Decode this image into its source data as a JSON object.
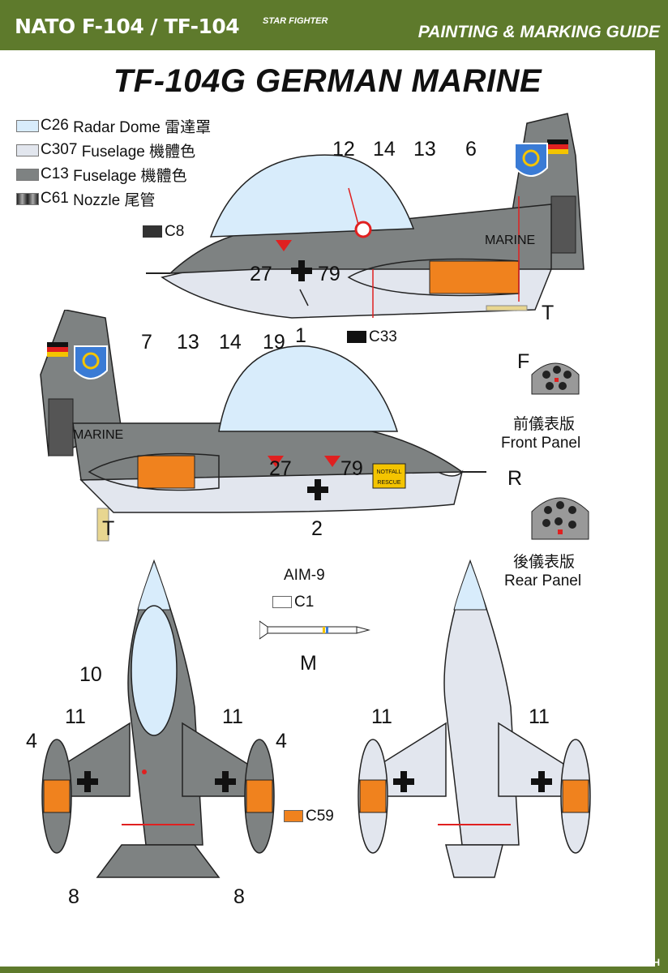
{
  "header": {
    "left_title": "NATO F-104 / TF-104",
    "sub": "STAR FIGHTER",
    "right_title": "PAINTING & MARKING GUIDE"
  },
  "title": "TF-104G GERMAN MARINE",
  "legend": [
    {
      "code": "C26",
      "text": "Radar Dome 雷達罩",
      "color": "#d8ecfb"
    },
    {
      "code": "C307",
      "text": "Fuselage 機體色",
      "color": "#e2e6ee"
    },
    {
      "code": "C13",
      "text": "Fuselage 機體色",
      "color": "#7e8282"
    },
    {
      "code": "C61",
      "text": "Nozzle 尾管",
      "color": "#555555"
    }
  ],
  "callouts": {
    "c8": "C8",
    "c33": "C33",
    "c59": "C59",
    "c1": "C1",
    "aim9": "AIM-9",
    "m": "M",
    "t": "T",
    "n1": "1",
    "n2": "2",
    "n4": "4",
    "n6": "6",
    "n7": "7",
    "n8": "8",
    "n10": "10",
    "n11": "11",
    "n12": "12",
    "n13": "13",
    "n14": "14",
    "n19": "19"
  },
  "aircraft": {
    "marine": "MARINE",
    "code_left": "27",
    "code_right": "79",
    "notfall": "NOTFALL",
    "rescue": "RESCUE"
  },
  "panels": {
    "front_letter": "F",
    "front_cn": "前儀表版",
    "front_en": "Front Panel",
    "rear_letter": "R",
    "rear_cn": "後儀表版",
    "rear_en": "Rear Panel"
  },
  "credit": "HOBBY SEARCH",
  "colors": {
    "border": "#5e7a2c",
    "gray": "#7e8282",
    "light": "#e2e6ee",
    "dome": "#d8ecfb",
    "orange": "#f0821e",
    "red": "#e02020"
  }
}
